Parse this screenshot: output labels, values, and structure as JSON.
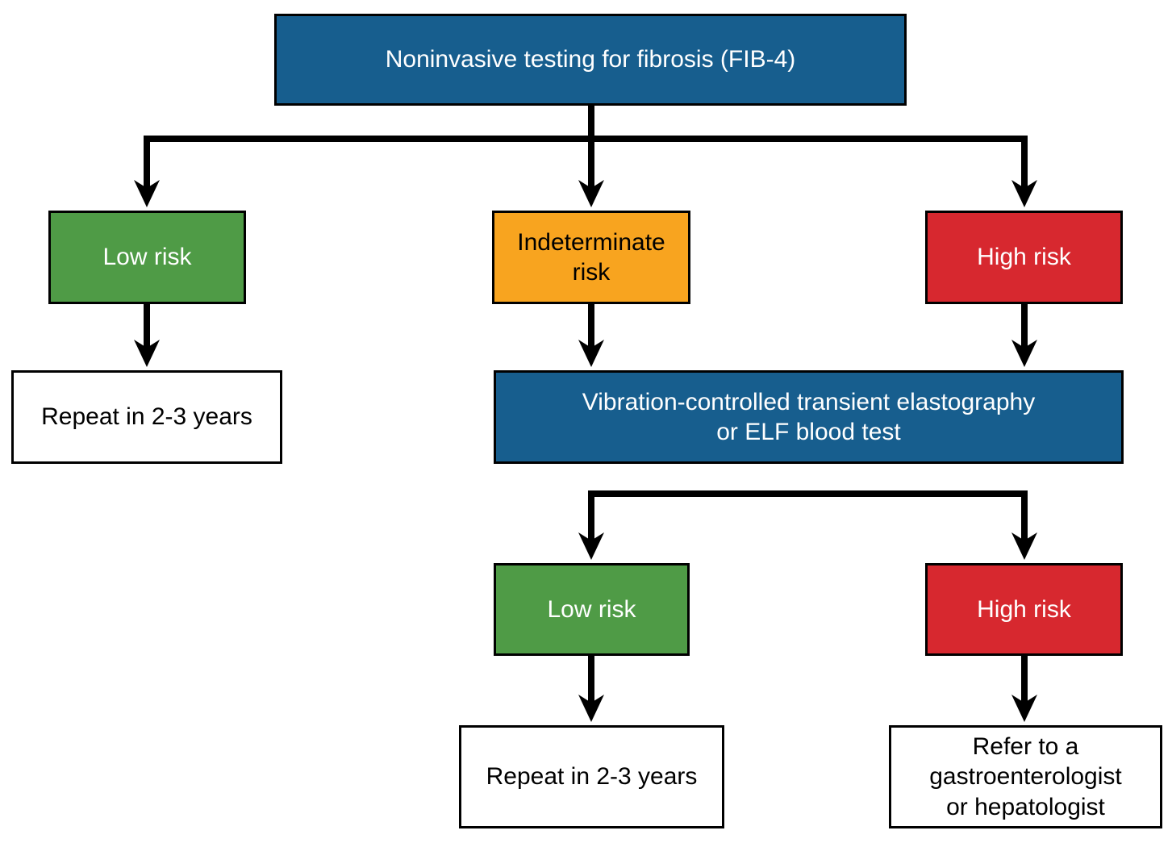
{
  "colors": {
    "blue": "#175e8e",
    "green": "#4f9b46",
    "orange": "#f8a41f",
    "red": "#d7282f",
    "line": "#000000",
    "border": "#000000",
    "text_light": "#ffffff",
    "text_dark": "#000000",
    "background": "#ffffff"
  },
  "flowchart": {
    "root": {
      "label": "Noninvasive testing for fibrosis (FIB-4)"
    },
    "level1": {
      "low_risk": {
        "label": "Low risk"
      },
      "indeterminate_risk": {
        "label": "Indeterminate\nrisk"
      },
      "high_risk": {
        "label": "High risk"
      }
    },
    "outcome_low_risk_1": {
      "label": "Repeat in 2-3 years"
    },
    "secondary_test": {
      "label": "Vibration-controlled transient elastography\nor ELF blood test"
    },
    "level2": {
      "low_risk": {
        "label": "Low risk"
      },
      "high_risk": {
        "label": "High risk"
      }
    },
    "outcome_low_risk_2": {
      "label": "Repeat in 2-3 years"
    },
    "outcome_high_risk": {
      "label": "Refer to a\ngastroenterologist\nor hepatologist"
    }
  }
}
